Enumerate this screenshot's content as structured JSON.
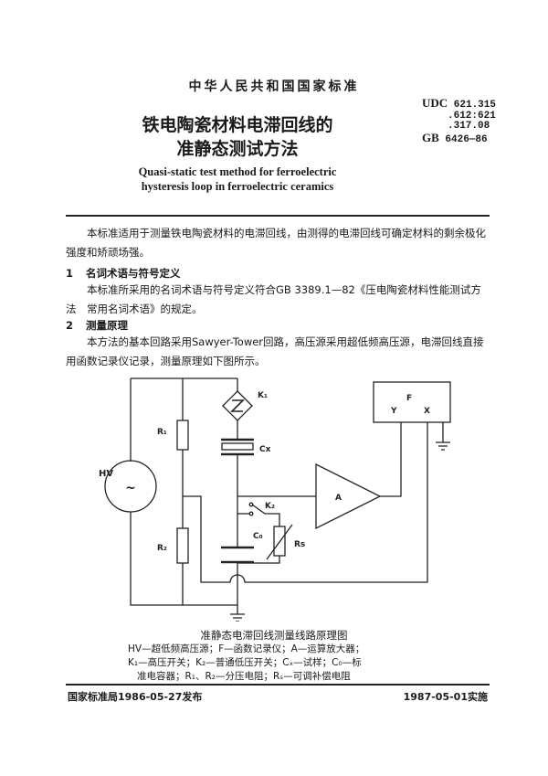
{
  "header": {
    "standard_name": "中华人民共和国国家标准",
    "title_line1": "铁电陶瓷材料电滞回线的",
    "title_line2": "准静态测试方法",
    "english_title_line1": "Quasi-static test method for ferroelectric",
    "english_title_line2": "hysteresis loop in ferroelectric ceramics",
    "udc_label": "UDC",
    "udc_line1": "621.315",
    "udc_line2": ".612:621",
    "udc_line3": ".317.08",
    "gb_label": "GB",
    "gb_number": "6426—86"
  },
  "body": {
    "intro": "本标准适用于测量铁电陶瓷材料的电滞回线，由测得的电滞回线可确定材料的剩余极化强度和矫顽场强。",
    "section1": {
      "number": "1",
      "title": "名词术语与符号定义",
      "text": "本标准所采用的名词术语与符号定义符合GB 3389.1—82《压电陶瓷材料性能测试方法　常用名词术语》的规定。"
    },
    "section2": {
      "number": "2",
      "title": "测量原理",
      "text": "本方法的基本回路采用Sawyer-Tower回路，高压源采用超低频高压源，电滞回线直接用函数记录仪记录，测量原理如下图所示。"
    }
  },
  "figure": {
    "labels": {
      "hv": "HV",
      "ac_symbol": "~",
      "r1": "R₁",
      "r2": "R₂",
      "k1": "K₁",
      "k2": "K₂",
      "cx": "Cx",
      "c0": "C₀",
      "rs": "Rs",
      "amp": "A",
      "recorder": "F",
      "y": "Y",
      "x": "X"
    },
    "caption_title": "准静态电滞回线测量线路原理图",
    "caption_line1": "HV—超低频高压源；F—函数记录仪；A—运算放大器；",
    "caption_line2": "K₁—高压开关；K₂—普通低压开关；Cₓ—试样；C₀—标",
    "caption_line3": "准电容器；R₁、R₂—分压电阻；Rₛ—可调补偿电阻"
  },
  "footer": {
    "issued": "国家标准局1986-05-27发布",
    "effective": "1987-05-01实施"
  }
}
